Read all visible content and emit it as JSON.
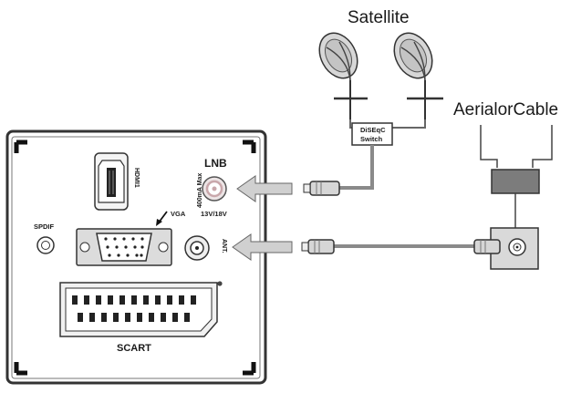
{
  "labels": {
    "satellite": "Satellite",
    "aerial_or_cable": "AerialorCable",
    "diseqc_line1": "DiSEqC",
    "diseqc_line2": "Switch",
    "lnb": "LNB",
    "lnb_current": "400mA Max",
    "lnb_voltage": "13V/18V",
    "hdmi": "HDMI1",
    "spdif": "SPDIF",
    "vga": "VGA",
    "ant": "ANT.",
    "scart": "SCART"
  },
  "colors": {
    "panel_border": "#333333",
    "panel_fill": "#ffffff",
    "cable": "#8a8a8a",
    "plug_fill": "#d6d6d6",
    "splitter_fill": "#7c7c7c",
    "wall_socket_fill": "#d9d9d9",
    "lnb_socket": "#c9a7ab"
  },
  "icons": {
    "satellite_dish_left": "satellite-dish-icon",
    "satellite_dish_right": "satellite-dish-icon",
    "arrow_to_lnb": "arrow-left-icon",
    "arrow_to_ant": "arrow-left-icon"
  }
}
